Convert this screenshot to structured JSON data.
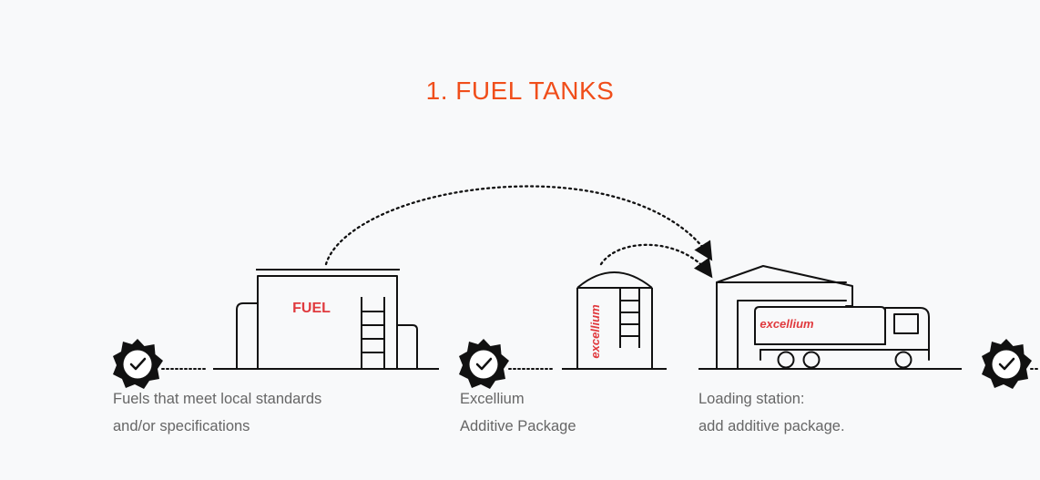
{
  "title": "1. FUEL TANKS",
  "colors": {
    "accent": "#f04e1b",
    "brand_red": "#e03a3e",
    "line": "#111111",
    "caption": "#666666",
    "background": "#f8f9fa"
  },
  "steps": [
    {
      "lines": [
        "Fuels that meet local standards",
        "and/or specifications"
      ],
      "tank_label": "FUEL",
      "icon": "check-badge-icon"
    },
    {
      "lines": [
        "Excellium",
        "Additive Package"
      ],
      "tank_label": "excellium",
      "icon": "check-badge-icon"
    },
    {
      "lines": [
        "Loading station:",
        "add additive package."
      ],
      "tank_label": "excellium",
      "icon": "check-badge-icon"
    }
  ]
}
